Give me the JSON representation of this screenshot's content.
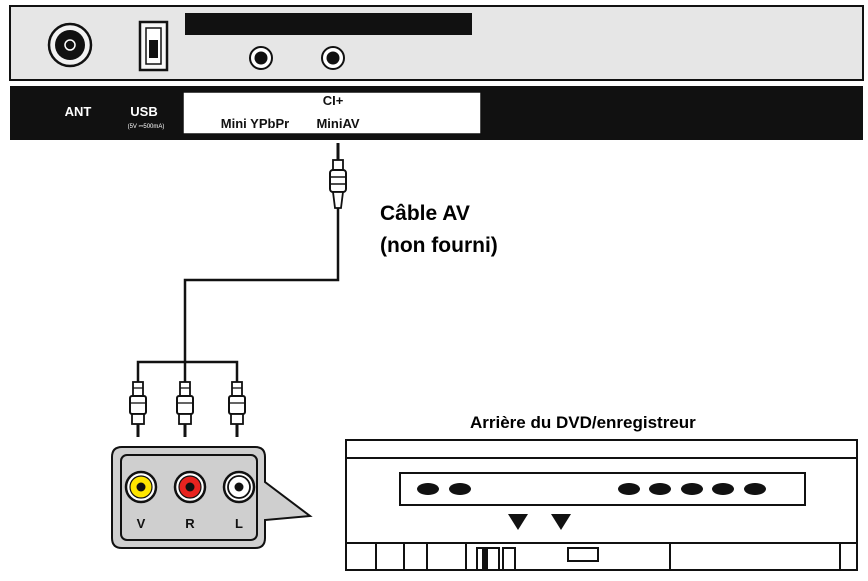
{
  "panel": {
    "ant": "ANT",
    "usb": "USB",
    "usb_spec": "(5V ⎓500mA)",
    "ci": "CI+",
    "ypbpr": "Mini YPbPr",
    "miniav": "MiniAV"
  },
  "cable": {
    "title": "Câble AV",
    "note": "(non fourni)"
  },
  "jacks": {
    "v": "V",
    "r": "R",
    "l": "L"
  },
  "dvd": {
    "title": "Arrière du DVD/enregistreur"
  },
  "colors": {
    "panel_gray": "#e6e6e6",
    "panel_dark": "#111111",
    "jack_yellow": "#ffe600",
    "jack_red": "#e8231f",
    "jack_white": "#ffffff",
    "jack_box": "#cfcfcf"
  }
}
